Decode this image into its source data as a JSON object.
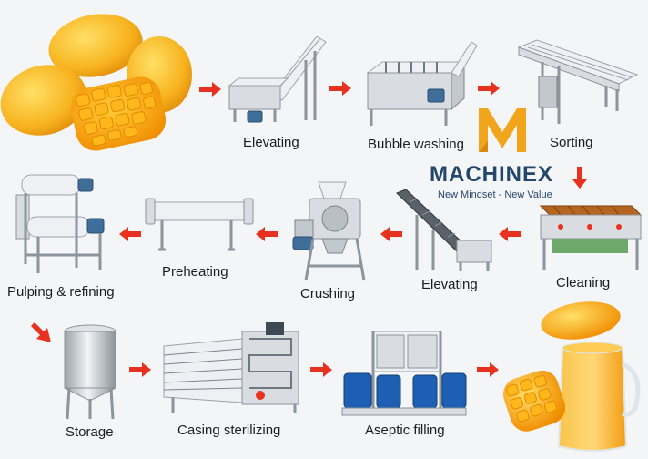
{
  "brand": {
    "name": "MACHINEX",
    "tagline": "New Mindset - New Value",
    "colors": {
      "primary": "#23466b",
      "accent": "#f2a51a"
    }
  },
  "steps": {
    "elevating1": "Elevating",
    "bubble_washing": "Bubble washing",
    "sorting": "Sorting",
    "cleaning": "Cleaning",
    "elevating2": "Elevating",
    "crushing": "Crushing",
    "preheating": "Preheating",
    "pulping_refining": "Pulping & refining",
    "storage": "Storage",
    "casing_sterilizing": "Casing sterilizing",
    "aseptic_filling": "Aseptic filling"
  },
  "colors": {
    "arrow": "#e8321f",
    "mango": "#f7b21e",
    "juice": "#f39c12",
    "tank_blue": "#1e5fb3"
  }
}
